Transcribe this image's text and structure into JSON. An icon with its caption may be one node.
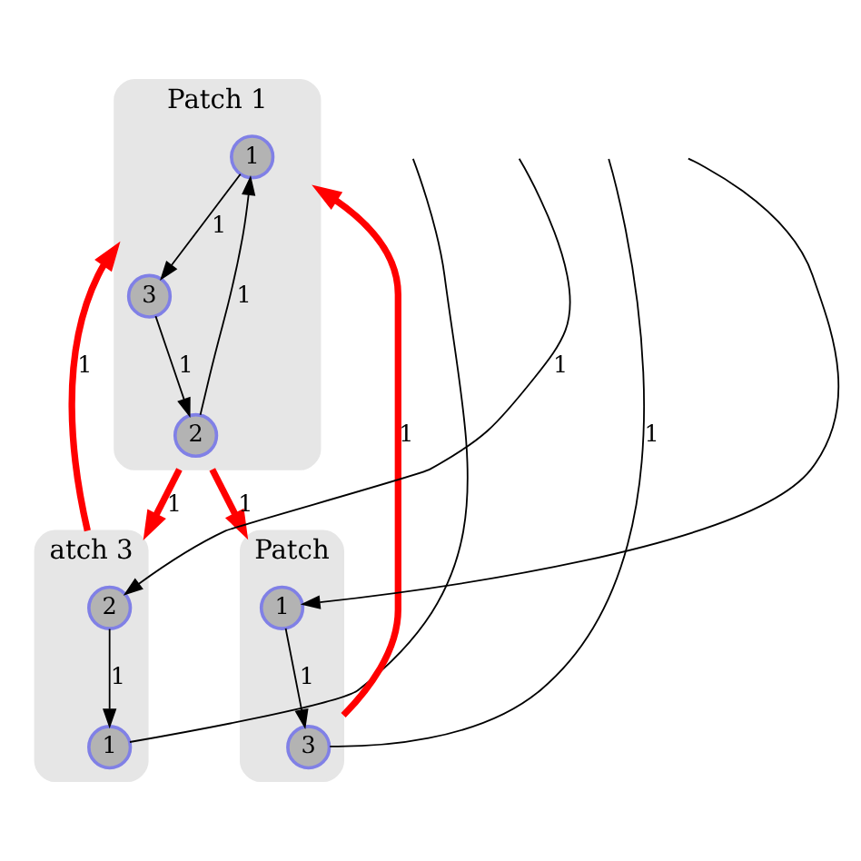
{
  "diagram": {
    "nodes": [
      {
        "text": [
          "Patch 1"
        ]
      },
      {
        "text": [
          "1"
        ],
        "in": 0
      },
      {
        "text": [
          "3"
        ],
        "in": 0
      },
      {
        "text": [
          "2"
        ],
        "in": 0
      },
      {
        "text": [
          "atch 3"
        ]
      },
      {
        "text": [
          "1"
        ],
        "in": 4
      },
      {
        "text": [
          "2"
        ],
        "in": 4
      },
      {
        "text": [
          "Patch"
        ]
      },
      {
        "text": [
          "1"
        ],
        "in": 7
      },
      {
        "text": [
          "3"
        ],
        "in": 7
      }
    ],
    "edges": [
      {
        "from": 1,
        "to": 2,
        "arrow": "to",
        "label": "1"
      },
      {
        "from": 2,
        "to": 3,
        "arrow": "to",
        "label": "1"
      },
      {
        "from": 3,
        "to": 1,
        "arrow": "to",
        "label": "1"
      },
      {
        "from": 0,
        "to": 4,
        "arrow": "to",
        "label": "1",
        "style": "thick",
        "color": "#ff0000"
      },
      {
        "from": 4,
        "to": 0,
        "arrow": "to",
        "label": "1",
        "style": "thick",
        "color": "#ff0000"
      },
      {
        "from": 0,
        "to": 7,
        "arrow": "to",
        "label": "1",
        "style": "thick",
        "color": "#ff0000"
      },
      {
        "from": 7,
        "to": 0,
        "arrow": "to",
        "label": "1",
        "style": "thick",
        "color": "#ff0000"
      },
      {
        "from": 6,
        "to": 5,
        "arrow": "to",
        "label": "1"
      },
      {
        "from": null,
        "to": 6,
        "arrow": "to",
        "label": "1"
      },
      {
        "from": 5,
        "to": null,
        "arrow": "none"
      },
      {
        "from": 8,
        "to": 9,
        "arrow": "to",
        "label": "1"
      },
      {
        "from": 9,
        "to": null,
        "arrow": "none",
        "label": "1"
      },
      {
        "from": null,
        "to": 8,
        "arrow": "to"
      }
    ]
  }
}
